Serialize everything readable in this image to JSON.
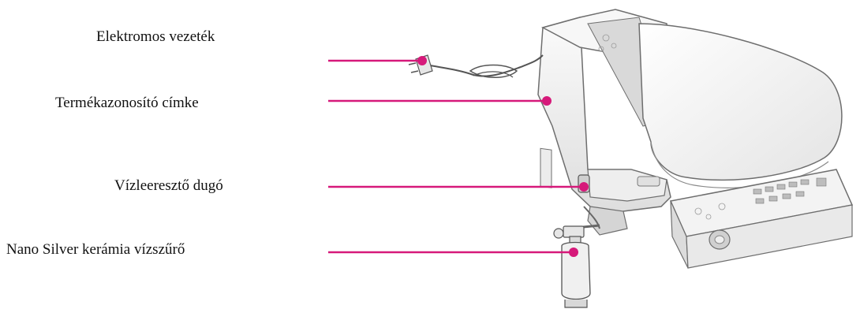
{
  "labels": {
    "power_cord": "Elektromos vezeték",
    "product_id_label": "Termékazonosító címke",
    "drain_plug": "Vízleeresztő dugó",
    "nano_silver_filter": "Nano Silver kerámia vízszűrő"
  },
  "colors": {
    "leader_line": "#d6197a",
    "marker": "#d6197a",
    "device_body": "#f2f2f2",
    "device_outline": "#6e6e6e"
  }
}
